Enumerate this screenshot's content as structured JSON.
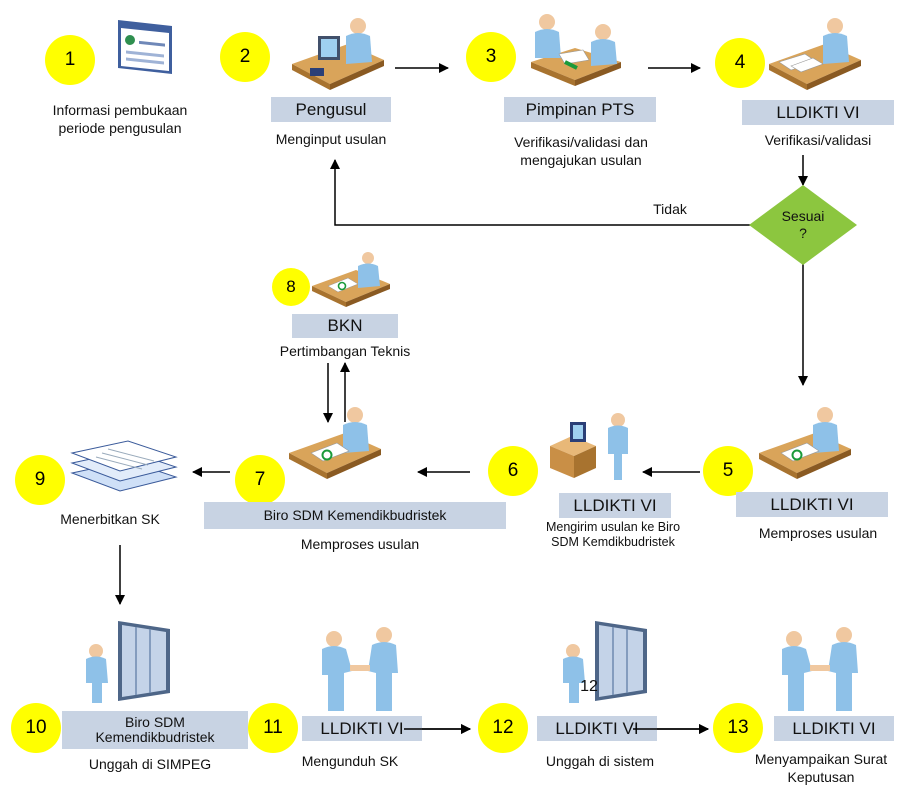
{
  "steps": [
    {
      "num": "1",
      "caption": "Informasi pembukaan\nperiode pengusulan"
    },
    {
      "num": "2",
      "label": "Pengusul",
      "caption": "Menginput usulan"
    },
    {
      "num": "3",
      "label": "Pimpinan PTS",
      "caption": "Verifikasi/validasi dan\nmengajukan usulan"
    },
    {
      "num": "4",
      "label": "LLDIKTI VI",
      "caption": "Verifikasi/validasi"
    },
    {
      "num": "5",
      "label": "LLDIKTI VI",
      "caption": "Memproses usulan"
    },
    {
      "num": "6",
      "label": "LLDIKTI VI",
      "caption": "Mengirim usulan ke Biro\nSDM Kemdikbudristek"
    },
    {
      "num": "7",
      "label": "Biro SDM Kemendikbudristek",
      "caption": "Memproses usulan"
    },
    {
      "num": "8",
      "label": "BKN",
      "caption": "Pertimbangan Teknis"
    },
    {
      "num": "9",
      "caption": "Menerbitkan SK"
    },
    {
      "num": "10",
      "label": "Biro SDM\nKemendikbudristek",
      "caption": "Unggah di SIMPEG"
    },
    {
      "num": "11",
      "label": "LLDIKTI VI",
      "caption": "Mengunduh SK"
    },
    {
      "num": "12",
      "label": "LLDIKTI VI",
      "caption": "Unggah di sistem"
    },
    {
      "num": "13",
      "label": "LLDIKTI VI",
      "caption": "Menyampaikan Surat\nKeputusan"
    }
  ],
  "decision": {
    "label": "Sesuai\n?",
    "no_label": "Tidak"
  },
  "stray_text": "12",
  "colors": {
    "badge": "#ffff00",
    "label_box": "#c8d3e3",
    "decision": "#8cc63f",
    "arrow": "#000000"
  }
}
